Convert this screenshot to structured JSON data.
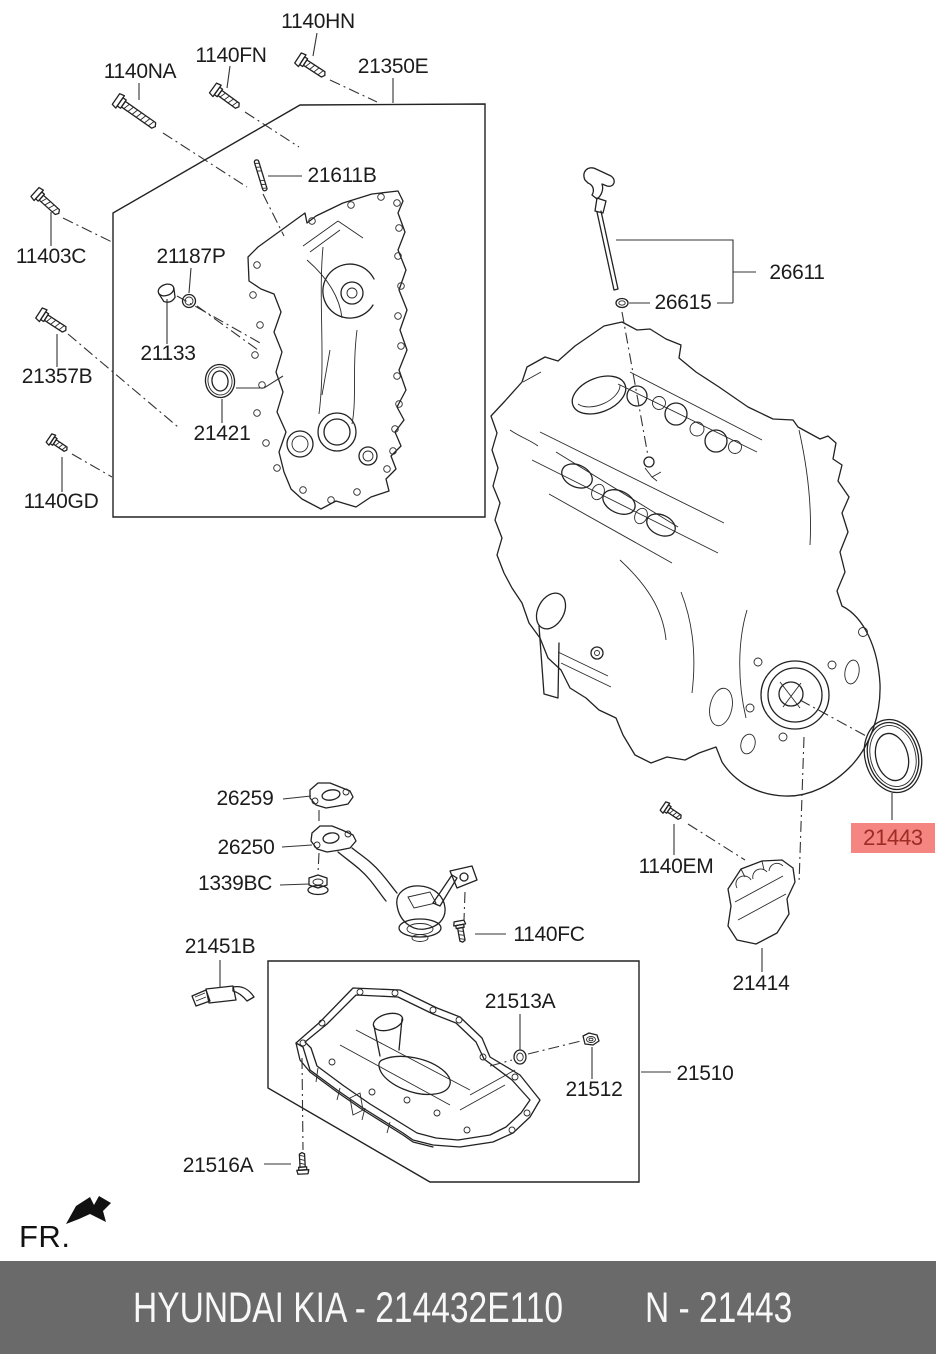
{
  "labels": {
    "p1140na": "1140NA",
    "p1140fn": "1140FN",
    "p1140hn": "1140HN",
    "p21350e": "21350E",
    "p21611b": "21611B",
    "p11403c": "11403C",
    "p21187p": "21187P",
    "p21133": "21133",
    "p21357b": "21357B",
    "p21421": "21421",
    "p1140gd": "1140GD",
    "p26611": "26611",
    "p26615": "26615",
    "p26259": "26259",
    "p26250": "26250",
    "p1339bc": "1339BC",
    "p21451b": "21451B",
    "p1140fc": "1140FC",
    "p21513a": "21513A",
    "p21512": "21512",
    "p21510": "21510",
    "p21516a": "21516A",
    "p1140em": "1140EM",
    "p21414": "21414",
    "p21443": "21443"
  },
  "highlight": {
    "part_number": "21443",
    "bg_color": "#f48580",
    "text_color": "#9e2b24"
  },
  "front_marker": {
    "label": "FR."
  },
  "footer": {
    "left_text": "HYUNDAI KIA - 214432E110",
    "right_text": "N - 21443",
    "bg_color": "#6a6a6a",
    "text_color": "#f8f8f8"
  }
}
